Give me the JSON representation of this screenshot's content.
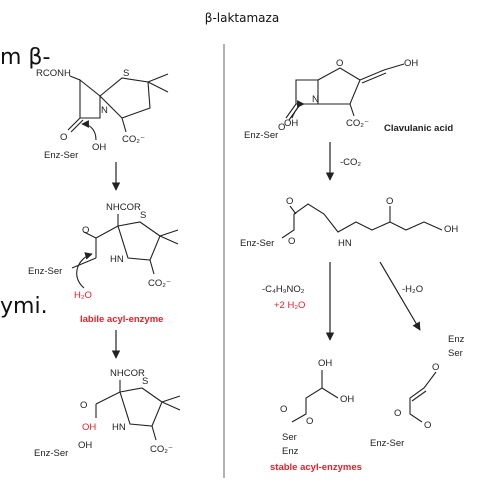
{
  "title": "β-laktamaza",
  "overlay": {
    "top_fragment": "m β-",
    "bottom_fragment": "ymi."
  },
  "left": {
    "penicillin": {
      "acyl": "RCONH",
      "s": "S",
      "n": "N",
      "o": "O",
      "co2": "CO₂⁻",
      "enz": "Enz-Ser",
      "oh": "OH"
    },
    "intermediate": {
      "acyl": "NHCOR",
      "s": "S",
      "hn": "HN",
      "o": "O",
      "co2": "CO₂⁻",
      "enz": "Enz-Ser",
      "water": "H₂O",
      "caption": "labile acyl-enzyme"
    },
    "product": {
      "acyl": "NHCOR",
      "s": "S",
      "hn": "HN",
      "o": "O",
      "oh_red": "OH",
      "co2": "CO₂⁻",
      "enz": "Enz-Ser",
      "oh": "OH"
    }
  },
  "right": {
    "clavulanate": {
      "o_ring": "O",
      "oh": "OH",
      "n": "N",
      "o": "O",
      "co2": "CO₂⁻",
      "enz": "Enz-Ser",
      "oh2": "OH",
      "caption": "Clavulanic acid"
    },
    "step1": "-CO₂",
    "open_chain": {
      "enz": "Enz-Ser",
      "o": "O",
      "o2": "O",
      "hn": "HN",
      "o3": "O",
      "oh": "OH"
    },
    "step_left": {
      "line1": "-C₄H₉NO₂",
      "line2": "+2 H₂O"
    },
    "step_right": "-H₂O",
    "diol": {
      "oh1": "OH",
      "oh2": "OH",
      "o": "O",
      "o2": "O",
      "ser": "Ser",
      "enz": "Enz"
    },
    "enol": {
      "enz": "Enz",
      "ser": "Ser",
      "o": "O",
      "o2": "O",
      "o3": "O",
      "enzser": "Enz-Ser"
    },
    "caption": "stable acyl-enzymes"
  }
}
